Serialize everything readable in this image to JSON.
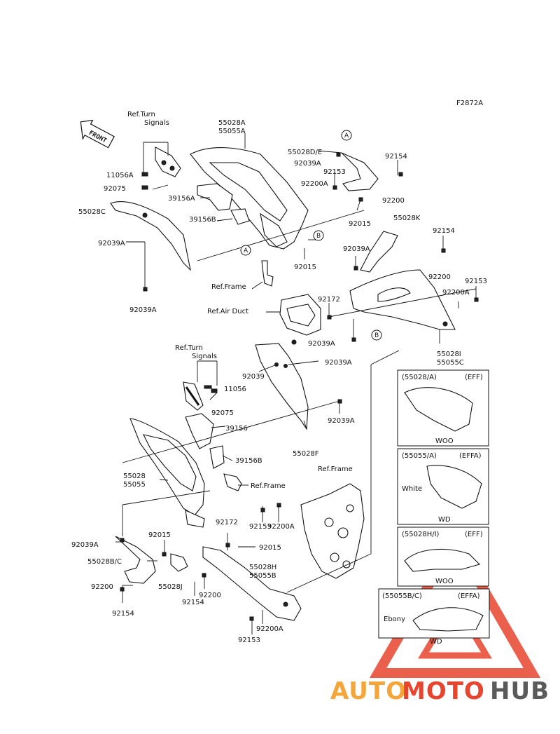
{
  "figure_code": "F2872A",
  "front_label": "FRONT",
  "labels": {
    "ref_turn_signals_top_1": "Ref.Turn",
    "ref_turn_signals_top_2": "Signals",
    "l55028A": "55028A",
    "l55055A": "55055A",
    "l55028DE": "55028D/E",
    "l92154a": "92154",
    "l11056A": "11056A",
    "l92039Aa": "92039A",
    "l92153a": "92153",
    "l92075a": "92075",
    "l92200Aa": "92200A",
    "l39156A": "39156A",
    "l92200a": "92200",
    "l55028C": "55028C",
    "l39156B": "39156B",
    "l92015a": "92015",
    "l92039Ab": "92039A",
    "l55028K": "55028K",
    "l92154b": "92154",
    "l92039Ac": "92039A",
    "l92015b": "92015",
    "ref_frame_a": "Ref.Frame",
    "l92200b": "92200",
    "l92153b": "92153",
    "l92039Ad": "92039A",
    "l92200Ab": "92200A",
    "l92172a": "92172",
    "ref_air_duct": "Ref.Air Duct",
    "l92039Ae": "92039A",
    "l55028I": "55028I",
    "l55055C": "55055C",
    "ref_turn_signals_mid_1": "Ref.Turn",
    "ref_turn_signals_mid_2": "Signals",
    "l92039": "92039",
    "l92039Af": "92039A",
    "l11056": "11056",
    "l92075b": "92075",
    "l39156": "39156",
    "l92039Ag": "92039A",
    "l55028F": "55028F",
    "l39156Bb": "39156B",
    "ref_frame_b": "Ref.Frame",
    "l55028": "55028",
    "l55055": "55055",
    "ref_frame_c": "Ref.Frame",
    "l92172b": "92172",
    "l92153c": "92153",
    "l92200Ac": "92200A",
    "l92039Ah": "92039A",
    "l92015c": "92015",
    "l92015d": "92015",
    "l55028BC": "55028B/C",
    "l55028H": "55028H",
    "l55055B": "55055B",
    "l55028J": "55028J",
    "l92200c": "92200",
    "l92200d": "92200",
    "l92154c": "92154",
    "l92154d": "92154",
    "l92200Ad": "92200A",
    "l92153d": "92153",
    "callout_A": "A",
    "callout_B": "B"
  },
  "insets": [
    {
      "title": "(55028/A)",
      "code": "(EFF)",
      "caption": "WOO"
    },
    {
      "title": "(55055/A)",
      "code": "(EFFA)",
      "note": "White",
      "caption": "WD"
    },
    {
      "title": "(55028H/I)",
      "code": "(EFF)",
      "caption": "WOO"
    },
    {
      "title": "(55055B/C)",
      "code": "(EFFA)",
      "note": "Ebony",
      "caption": "WD"
    }
  ],
  "watermark": {
    "part1": "AUTO",
    "part2": "MOTO",
    "part3": "HUB",
    "color1": "#f4a63a",
    "color2": "#e8452f",
    "color3": "#5a5a5a"
  }
}
